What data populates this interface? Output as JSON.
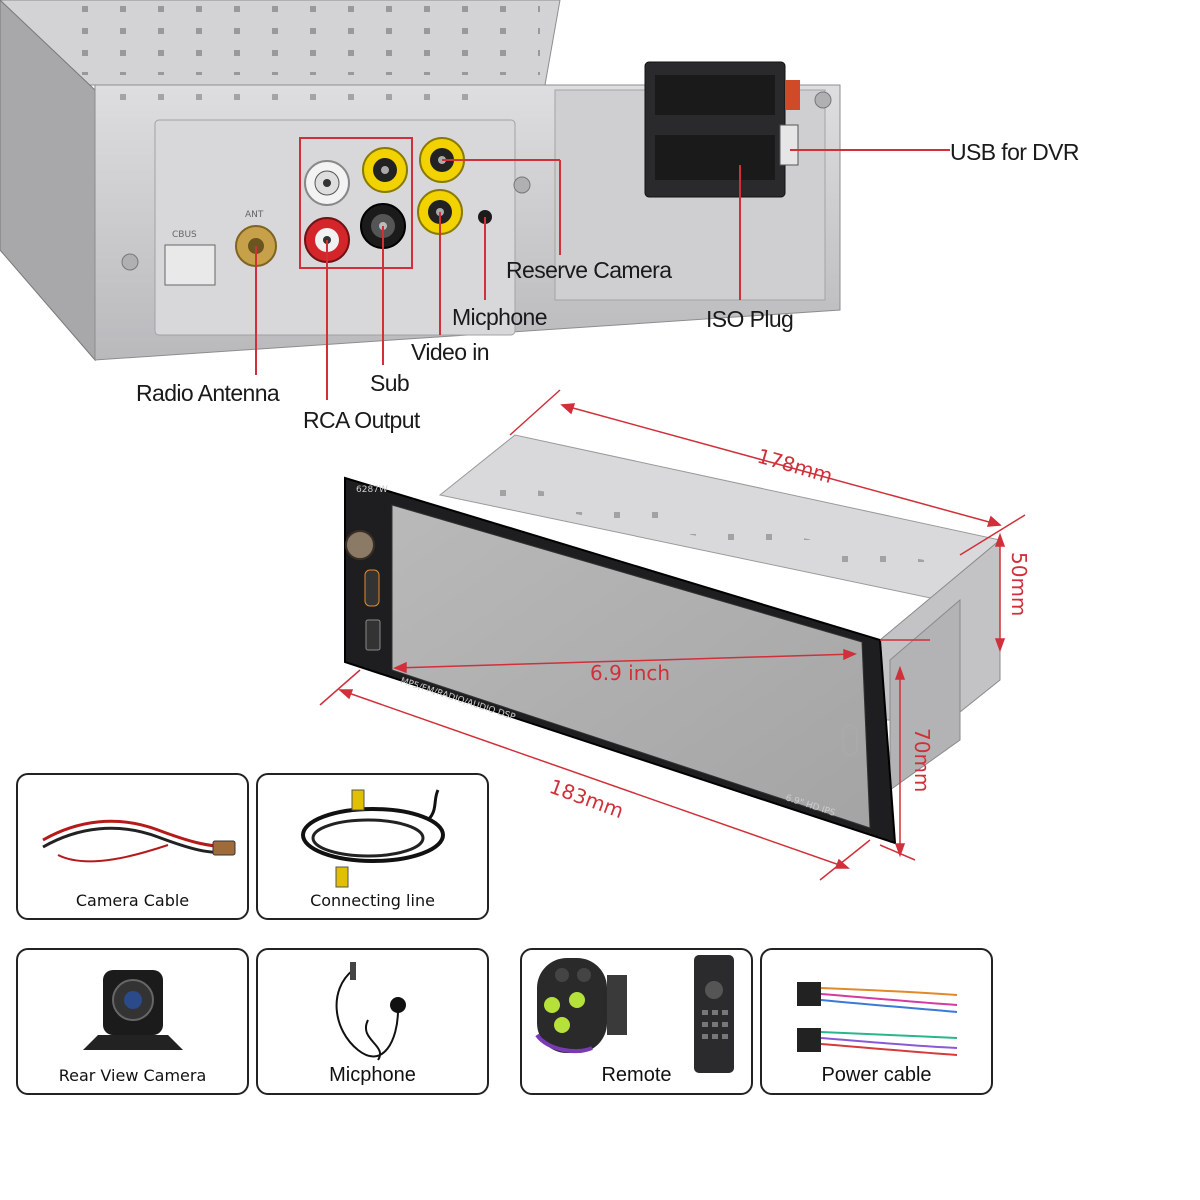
{
  "callouts": {
    "usb_for_dvr": "USB for DVR",
    "reserve_camera": "Reserve Camera",
    "iso_plug": "ISO Plug",
    "micphone": "Micphone",
    "video_in": "Video in",
    "sub": "Sub",
    "radio_antenna": "Radio Antenna",
    "rca_output": "RCA Output"
  },
  "dimensions": {
    "depth": "178mm",
    "height_back": "50mm",
    "screen": "6.9 inch",
    "height_front": "70mm",
    "width": "183mm"
  },
  "unit_labels": {
    "model": "6287W",
    "caption": "MP5/FM/RADIO/AUDIO DSP",
    "screen_tag": "6.9\" HD IPS",
    "back_ant": "ANT",
    "back_cbus": "CBUS"
  },
  "accessories": [
    {
      "label": "Camera Cable",
      "icon": "camera-cable-icon"
    },
    {
      "label": "Connecting line",
      "icon": "connecting-line-icon"
    },
    {
      "label": "Rear View Camera",
      "icon": "rear-camera-icon"
    },
    {
      "label": "Micphone",
      "icon": "microphone-icon"
    },
    {
      "label": "Remote",
      "icon": "remote-icon"
    },
    {
      "label": "Power cable",
      "icon": "power-cable-icon"
    }
  ],
  "colors": {
    "dimension_red": "#d0303a",
    "metal": "#c9c9cb",
    "rca_yellow": "#f2d300",
    "rca_red": "#d3252a"
  }
}
